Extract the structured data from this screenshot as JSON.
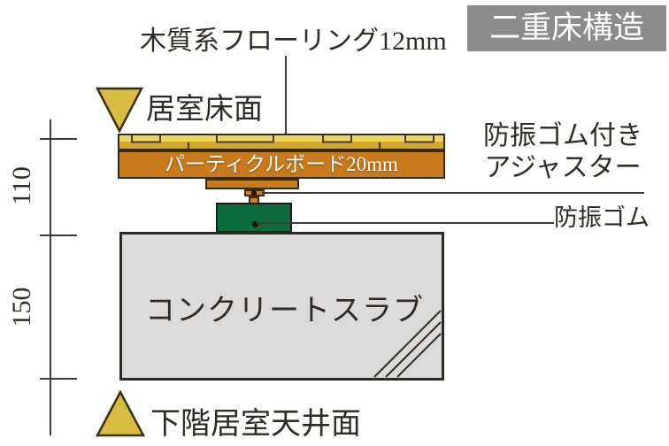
{
  "badge": {
    "text": "二重床構造",
    "bg": "#8c8c8c",
    "fg": "#ffffff"
  },
  "labels": {
    "flooring": "木質系フローリング12mm",
    "room_floor": "居室床面",
    "particle_board": "パーティクルボード20mm",
    "adjuster_line1": "防振ゴム付き",
    "adjuster_line2": "アジャスター",
    "rubber": "防振ゴム",
    "slab": "コンクリートスラブ",
    "ceiling": "下階居室天井面"
  },
  "dimensions": {
    "upper_mm": "110",
    "lower_mm": "150"
  },
  "markers": {
    "room_floor_icon": "triangle-down",
    "ceiling_icon": "triangle-up",
    "marker_color": "#d6bc40"
  },
  "colors": {
    "flooring_light": "#ecd75b",
    "flooring_gold": "#d2a930",
    "board_orange": "#c87a1c",
    "rubber_green": "#0d6b3c",
    "slab_gray": "#dbdbdb",
    "badge_gray": "#8c8c8c",
    "line": "#3f3a33",
    "outline": "#3a2c10",
    "text": "#2f2b28"
  }
}
